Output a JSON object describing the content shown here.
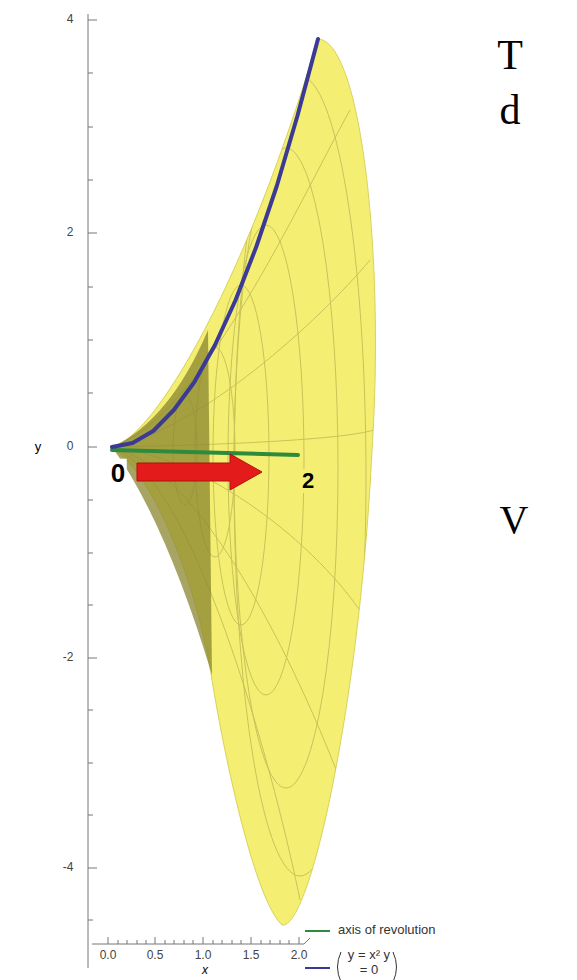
{
  "diagram": {
    "labels": [
      "4",
      "2",
      "0",
      "-2",
      "-4",
      "y",
      "0.0",
      "0.5",
      "1.0",
      "1.5",
      "2.0",
      "x",
      "0",
      "2",
      "T",
      "d",
      "V"
    ],
    "legend": [
      {
        "text": "axis of revolution"
      },
      {
        "text": "y = x² y = 0"
      }
    ]
  }
}
